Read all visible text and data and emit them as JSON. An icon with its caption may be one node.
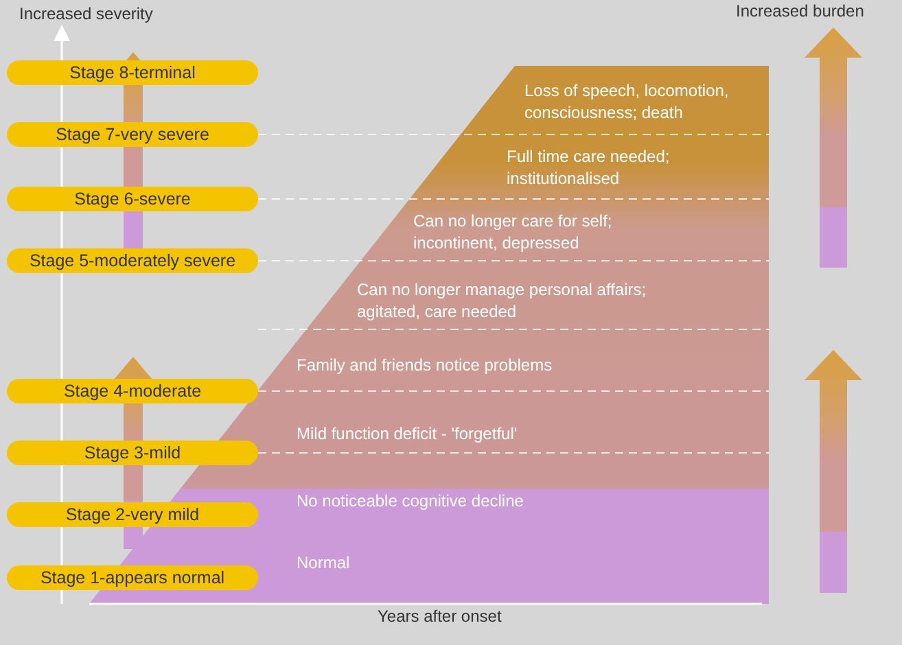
{
  "diagram": {
    "nodes": [
      {
        "text": [
          "Stage 8-terminal"
        ]
      },
      {
        "text": [
          "Stage 7-very severe"
        ]
      },
      {
        "text": [
          "Stage 6-severe"
        ]
      },
      {
        "text": [
          "Stage 5-moderately severe"
        ]
      },
      {
        "text": [
          "Stage 4-moderate"
        ]
      },
      {
        "text": [
          "Stage 3-mild"
        ]
      },
      {
        "text": [
          "Stage 2-very mild"
        ]
      },
      {
        "text": [
          "Stage 1-appears normal"
        ]
      }
    ],
    "labels": [
      "Increased severity",
      "Increased burden",
      "Loss of speech, locomotion, consciousness; death",
      "Full time care needed; institutionalised",
      "Can no longer care for self; incontinent, depressed",
      "Can no longer manage personal affairs; agitated, care needed",
      "Family and friends notice problems",
      "Mild function deficit - 'forgetful'",
      "No noticeable cognitive decline",
      "Normal",
      "Years after onset"
    ]
  }
}
